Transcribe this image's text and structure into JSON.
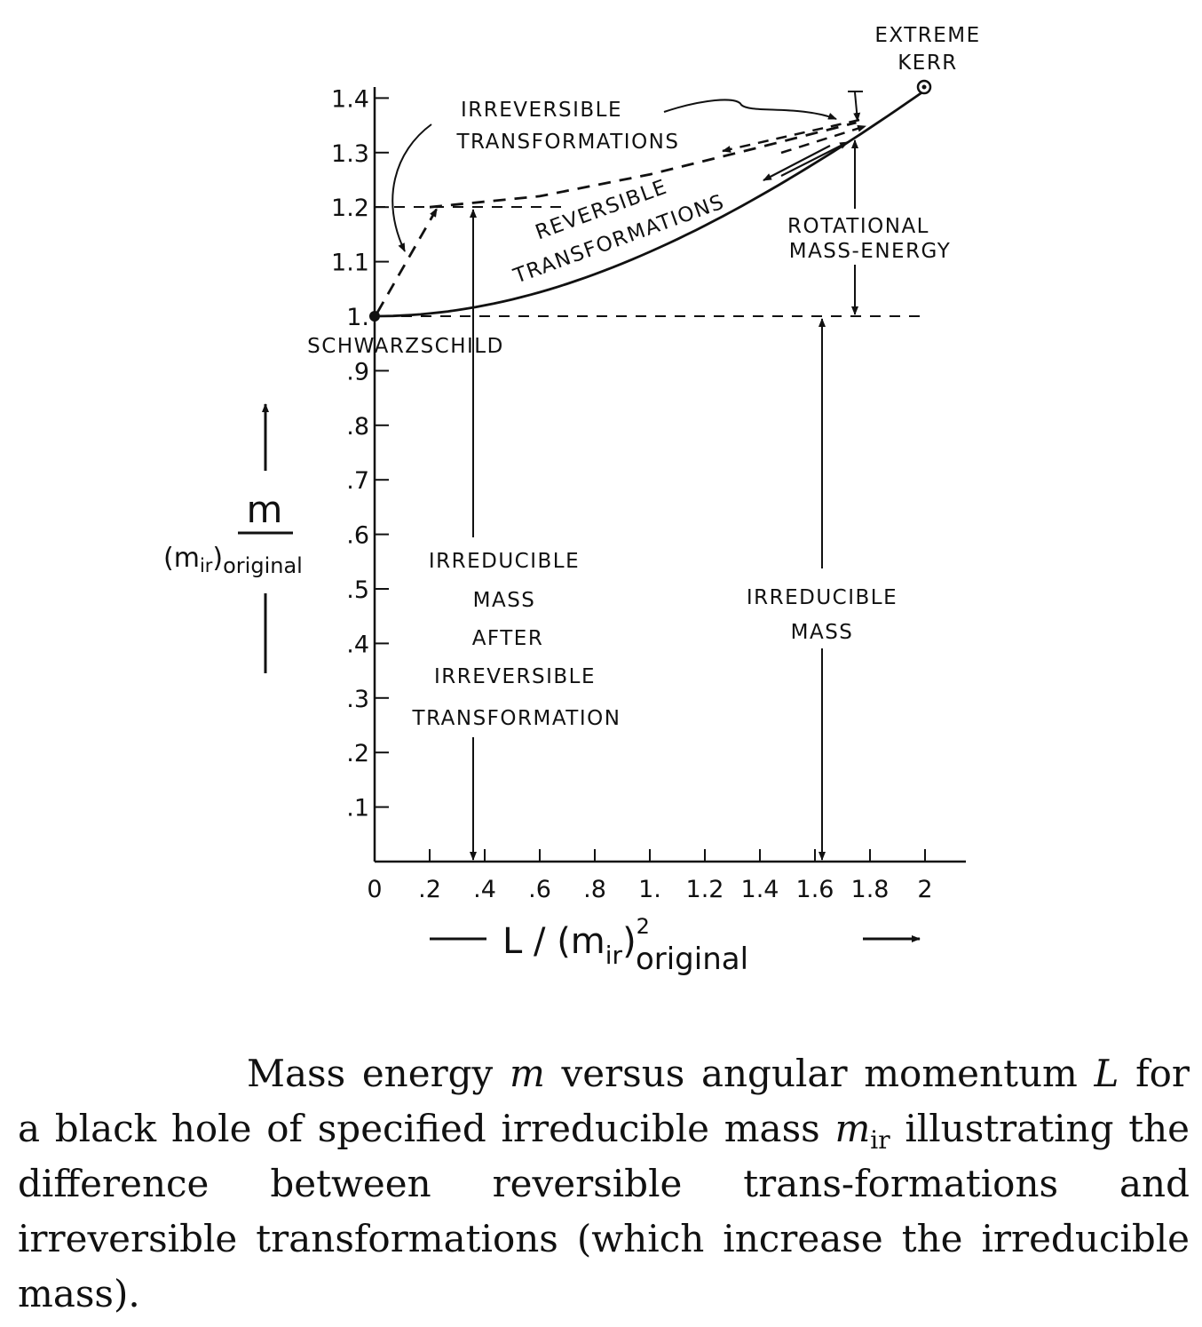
{
  "chart_data": {
    "type": "line",
    "xlabel": "L / (m_ir)^2 original",
    "ylabel": "m / (m_ir) original",
    "xlim": [
      0,
      2.2
    ],
    "ylim": [
      0,
      1.4
    ],
    "x_ticks": [
      "0",
      ".2",
      ".4",
      ".6",
      ".8",
      "1.",
      "1.2",
      "1.4",
      "1.6",
      "1.8",
      "2"
    ],
    "y_ticks": [
      ".1",
      ".2",
      ".3",
      ".4",
      ".5",
      ".6",
      ".7",
      ".8",
      ".9",
      "1.",
      "1.1",
      "1.2",
      "1.3",
      "1.4"
    ],
    "series": [
      {
        "name": "REVERSIBLE TRANSFORMATIONS",
        "style": "solid",
        "points": [
          [
            0,
            1.0
          ],
          [
            0.4,
            1.02
          ],
          [
            0.8,
            1.077
          ],
          [
            1.2,
            1.166
          ],
          [
            1.6,
            1.281
          ],
          [
            2.0,
            1.414
          ]
        ]
      },
      {
        "name": "IRREVERSIBLE TRANSFORMATIONS",
        "style": "dashed",
        "points": [
          [
            0,
            1.0
          ],
          [
            0.2,
            1.2
          ],
          [
            0.6,
            1.22
          ],
          [
            1.0,
            1.26
          ],
          [
            1.4,
            1.31
          ],
          [
            1.75,
            1.355
          ]
        ]
      }
    ],
    "points": [
      {
        "label": "SCHWARZSCHILD",
        "x": 0,
        "y": 1.0
      },
      {
        "label": "EXTREME KERR",
        "x": 2.0,
        "y": 1.414
      }
    ],
    "annotations": {
      "irreversible": [
        "IRREVERSIBLE",
        "TRANSFORMATIONS"
      ],
      "reversible": [
        "REVERSIBLE",
        "TRANSFORMATIONS"
      ],
      "rotational": [
        "ROTATIONAL",
        "MASS-ENERGY"
      ],
      "irreducible_after": [
        "IRREDUCIBLE",
        "MASS",
        "AFTER",
        "IRREVERSIBLE",
        "TRANSFORMATION"
      ],
      "irreducible": [
        "IRREDUCIBLE",
        "MASS"
      ],
      "schwarzschild": "SCHWARZSCHILD",
      "extreme_kerr": [
        "EXTREME",
        "KERR"
      ]
    },
    "axis_label_parts": {
      "y_top": "m",
      "y_bottom_main": "(m",
      "y_bottom_sub": "ir",
      "y_bottom_close": ")",
      "y_bottom_tail": "original",
      "x_main": "L / (m",
      "x_sub": "ir",
      "x_close": ")",
      "x_sup": "2",
      "x_tail": "original"
    }
  },
  "caption": {
    "line_parts": [
      "Mass energy ",
      "m",
      " versus angular momentum ",
      "L",
      " for a black hole of specified irreducible mass ",
      "m",
      "ir",
      " illustrating the difference between reversible trans-formations and irreversible transformations (which increase the irreducible mass)."
    ]
  }
}
